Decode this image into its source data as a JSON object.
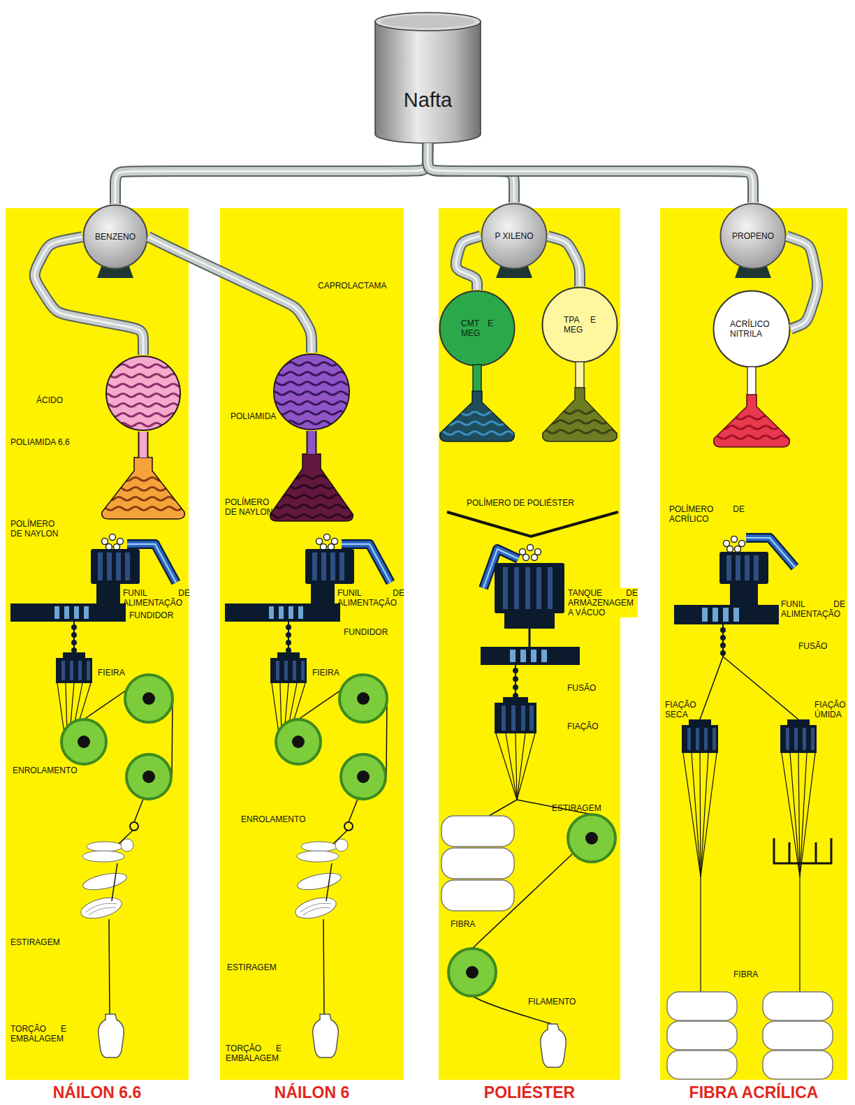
{
  "diagram": {
    "nodes": [
      {
        "text": [
          "Nafta"
        ]
      },
      {
        "text": [
          "NÁILON 6.6"
        ]
      },
      {
        "text": [
          "BENZENO"
        ],
        "in": 1
      },
      {
        "text": [
          "ÁCIDO"
        ],
        "in": 1
      },
      {
        "text": [
          "POLIAMIDA 6.6"
        ],
        "in": 1
      },
      {
        "text": [
          "NÁILON 6"
        ]
      },
      {
        "text": [
          "CAPROLACTAMA"
        ],
        "in": 5
      },
      {
        "text": [
          "POLIAMIDA"
        ],
        "in": 5
      },
      {
        "text": [
          "POLIÉSTER"
        ]
      },
      {
        "text": [
          "P XILENO"
        ],
        "in": 8
      },
      {
        "text": [
          "CMT E MEG"
        ],
        "in": 8
      },
      {
        "text": [
          "TPA E MEG"
        ],
        "in": 8
      },
      {
        "text": [
          "FIBRA ACRÍLICA"
        ]
      },
      {
        "text": [
          "PROPENO"
        ],
        "in": 12
      },
      {
        "text": [
          "ACRÍLICO NITRILA"
        ],
        "in": 12
      }
    ],
    "edges": [
      {
        "from": 0,
        "to": 2,
        "arrow": "none"
      },
      {
        "from": 0,
        "to": 9,
        "arrow": "none"
      },
      {
        "from": 0,
        "to": 13,
        "arrow": "none"
      },
      {
        "from": 2,
        "to": 3,
        "arrow": "none"
      },
      {
        "from": 2,
        "to": 6,
        "arrow": "none"
      },
      {
        "from": 3,
        "to": 4,
        "arrow": "none"
      },
      {
        "from": 6,
        "to": 7,
        "arrow": "none"
      },
      {
        "from": 9,
        "to": 10,
        "arrow": "none"
      },
      {
        "from": 9,
        "to": 11,
        "arrow": "none"
      },
      {
        "from": 13,
        "to": 14,
        "arrow": "none"
      }
    ],
    "labels": [
      "POLÍMERO DE NAYLON",
      "FUNIL DE ALIMENTAÇÃO",
      "FUNDIDOR",
      "FIEIRA",
      "ENROLAMENTO",
      "ESTIRAGEM",
      "TORÇÃO E EMBALAGEM",
      "POLÍMERO DE NAYLON",
      "FUNIL DE ALIMENTAÇÃO",
      "FUNDIDOR",
      "FIEIRA",
      "ENROLAMENTO",
      "ESTIRAGEM",
      "TORÇÃO E EMBALAGEM",
      "POLÍMERO DE POLIÉSTER",
      "TANQUE DE ARMAZENAGEM A VÁCUO",
      "FUSÃO",
      "FIAÇÃO",
      "ESTIRAGEM",
      "FIBRA",
      "FILAMENTO",
      "POLÍMERO DE ACRÍLICO",
      "FUNIL DE ALIMENTAÇÃO",
      "FUSÃO",
      "FIAÇÃO SECA",
      "FIAÇÃO ÚMIDA",
      "FIBRA"
    ]
  }
}
